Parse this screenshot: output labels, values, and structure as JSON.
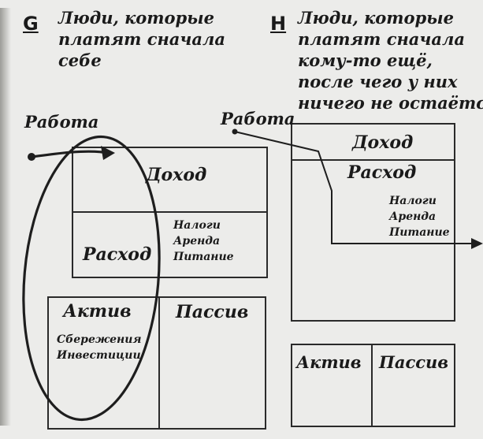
{
  "panel_g": {
    "letter": "G",
    "heading": [
      "Люди, которые",
      "платят сначала",
      "себе"
    ],
    "work_label": "Работа",
    "income_label": "Доход",
    "expense_label": "Расход",
    "expense_items": [
      "Налоги",
      "Аренда",
      "Питание"
    ],
    "assets_label": "Актив",
    "assets_items": [
      "Сбережения",
      "Инвестиции"
    ],
    "liabilities_label": "Пассив"
  },
  "panel_h": {
    "letter": "H",
    "heading": [
      "Люди, которые",
      "платят сначала",
      "кому-то ещё,",
      "после чего у них",
      "ничего не остаётся"
    ],
    "work_label": "Работа",
    "income_label": "Доход",
    "expense_label": "Расход",
    "expense_items": [
      "Налоги",
      "Аренда",
      "Питание"
    ],
    "assets_label": "Актив",
    "liabilities_label": "Пассив"
  }
}
